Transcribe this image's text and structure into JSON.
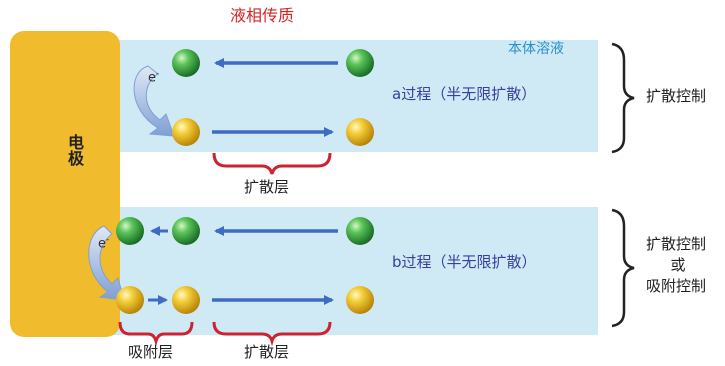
{
  "title": "液相传质",
  "bulk_label": "本体溶液",
  "electrode_label": "电极",
  "electron_label": "e",
  "electron_sup": "-",
  "process_a": {
    "label": "a过程（半无限扩散）",
    "layer_label": "扩散层",
    "control": "扩散控制"
  },
  "process_b": {
    "label": "b过程（半无限扩散）",
    "adsorption_layer_label": "吸附层",
    "layer_label": "扩散层",
    "control_line1": "扩散控制",
    "control_line2": "或",
    "control_line3": "吸附控制"
  },
  "colors": {
    "electrode": "#f0bb2c",
    "solution": "#cfe9f5",
    "arrow": "#3f6cc2",
    "bracket": "#cc2233",
    "title": "#d42424",
    "process_text": "#3a3f9c",
    "bulk_text": "#2a90cc",
    "green_sphere": "#2f9a3c",
    "yellow_sphere": "#e2b21c"
  }
}
